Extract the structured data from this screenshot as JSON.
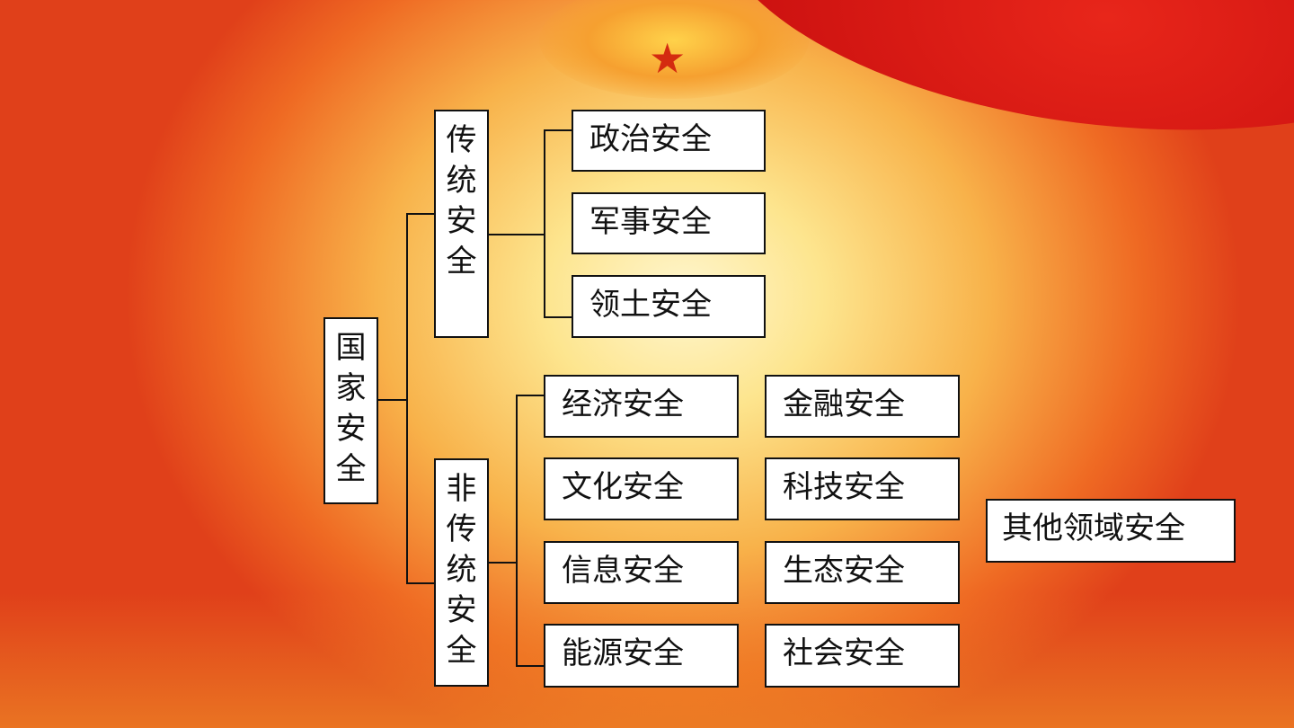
{
  "root": {
    "label": "国家安全"
  },
  "traditional": {
    "label": "传统安全",
    "children": [
      "政治安全",
      "军事安全",
      "领土安全"
    ]
  },
  "non_traditional": {
    "label": "非传统安全",
    "col1": [
      "经济安全",
      "文化安全",
      "信息安全",
      "能源安全"
    ],
    "col2": [
      "金融安全",
      "科技安全",
      "生态安全",
      "社会安全"
    ],
    "other": "其他领域安全"
  },
  "decor": {
    "star_icon": "★"
  }
}
